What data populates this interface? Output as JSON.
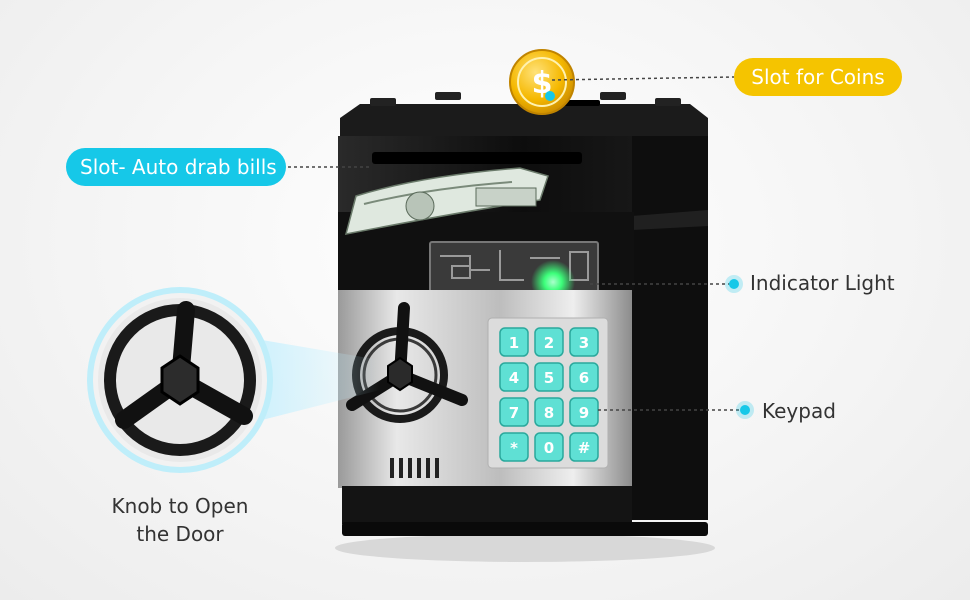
{
  "callouts": {
    "bills_slot": "Slot- Auto drab bills",
    "coin_slot": "Slot for Coins",
    "indicator_light": "Indicator Light",
    "keypad": "Keypad",
    "knob_line1": "Knob to Open",
    "knob_line2": "the Door"
  },
  "keypad": {
    "keys": [
      "1",
      "2",
      "3",
      "4",
      "5",
      "6",
      "7",
      "8",
      "9",
      "*",
      "0",
      "#"
    ]
  },
  "colors": {
    "cyan_accent": "#16c8e8",
    "yellow_accent": "#f5c400",
    "keypad_key": "#5fe0d4",
    "indicator_green": "#3cff7a",
    "safe_body": "#111111",
    "panel_silver": "#c9c9c9"
  },
  "icons": {
    "coin": "dollar-coin-icon",
    "banknote": "banknote-icon",
    "knob": "three-spoke-knob-icon"
  }
}
